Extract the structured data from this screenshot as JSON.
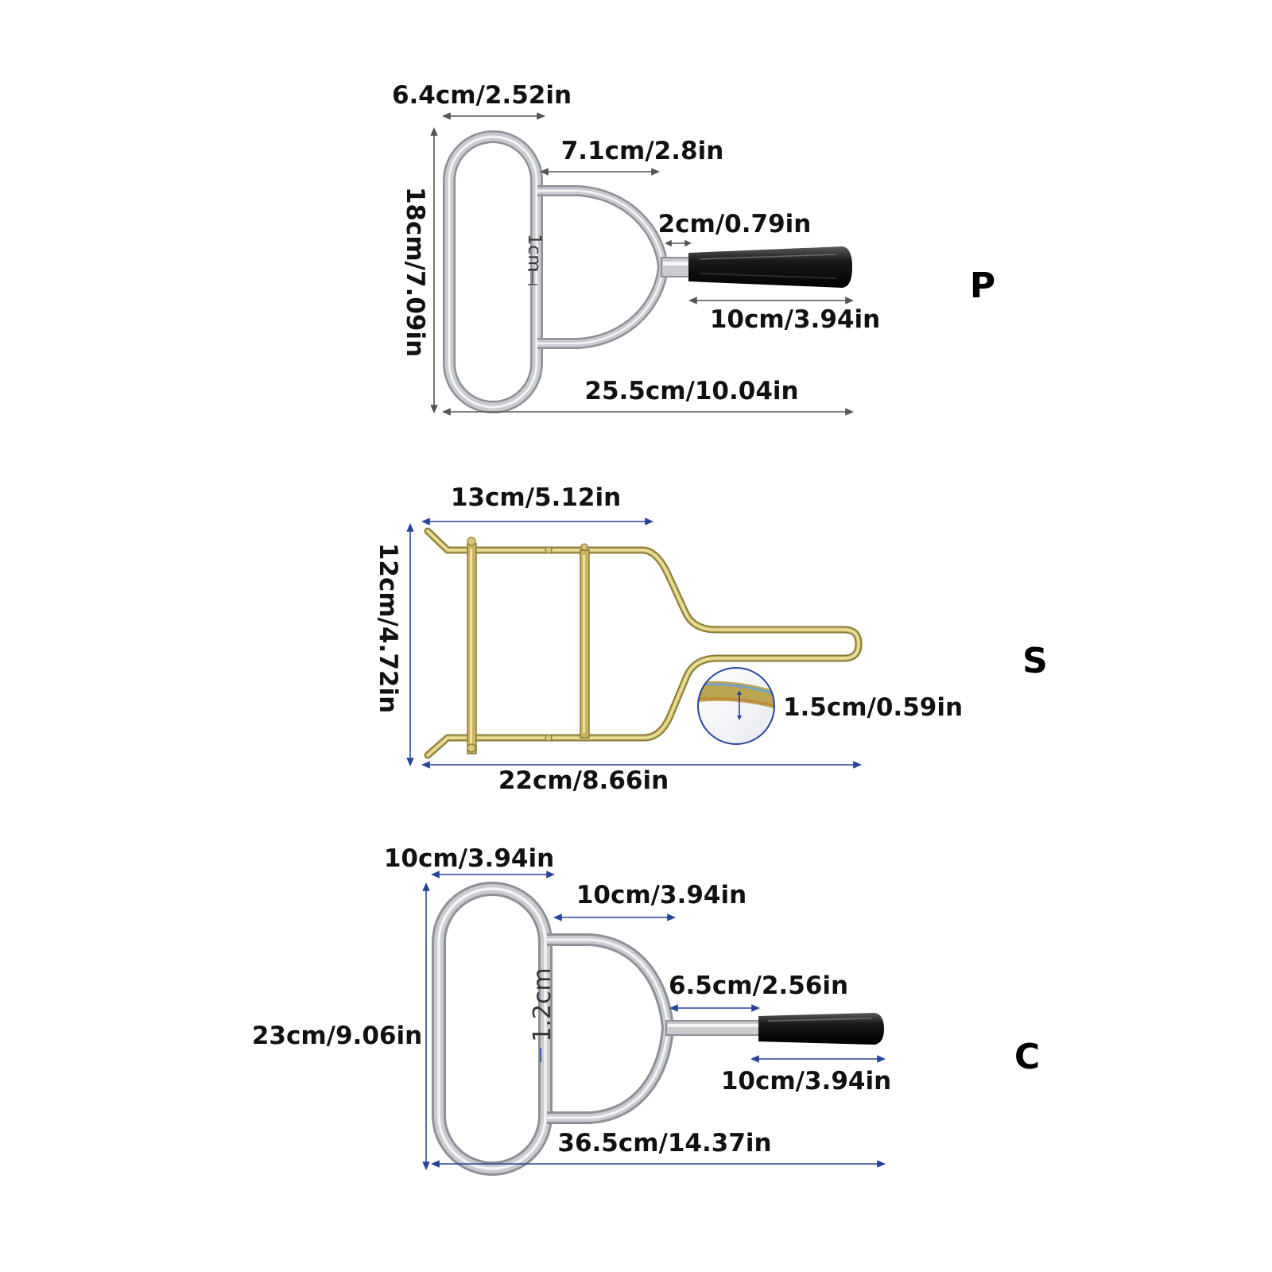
{
  "colors": {
    "chrome_light": "#f4f4f4",
    "chrome_mid": "#c9cbcf",
    "chrome_dark": "#8d9096",
    "handle_black": "#111111",
    "zinc_gold": "#b9a552",
    "zinc_dark": "#8a7c38",
    "dim_grey": "#555555",
    "dim_blue": "#26449a"
  },
  "variant_p": {
    "letter": "P",
    "top_width": "6.4cm/2.52in",
    "neck_length": "7.1cm/2.8in",
    "shaft_length": "2cm/0.79in",
    "handle_length": "10cm/3.94in",
    "total_length": "25.5cm/10.04in",
    "height": "18cm/7.09in",
    "bar_thickness": "1cm"
  },
  "variant_s": {
    "letter": "S",
    "top_length": "13cm/5.12in",
    "height": "12cm/4.72in",
    "strip_width": "1.5cm/0.59in",
    "total_length": "22cm/8.66in"
  },
  "variant_c": {
    "letter": "C",
    "top_width": "10cm/3.94in",
    "neck_length": "10cm/3.94in",
    "shaft_length": "6.5cm/2.56in",
    "handle_length": "10cm/3.94in",
    "total_length": "36.5cm/14.37in",
    "height": "23cm/9.06in",
    "bar_thickness": "1.2cm"
  }
}
